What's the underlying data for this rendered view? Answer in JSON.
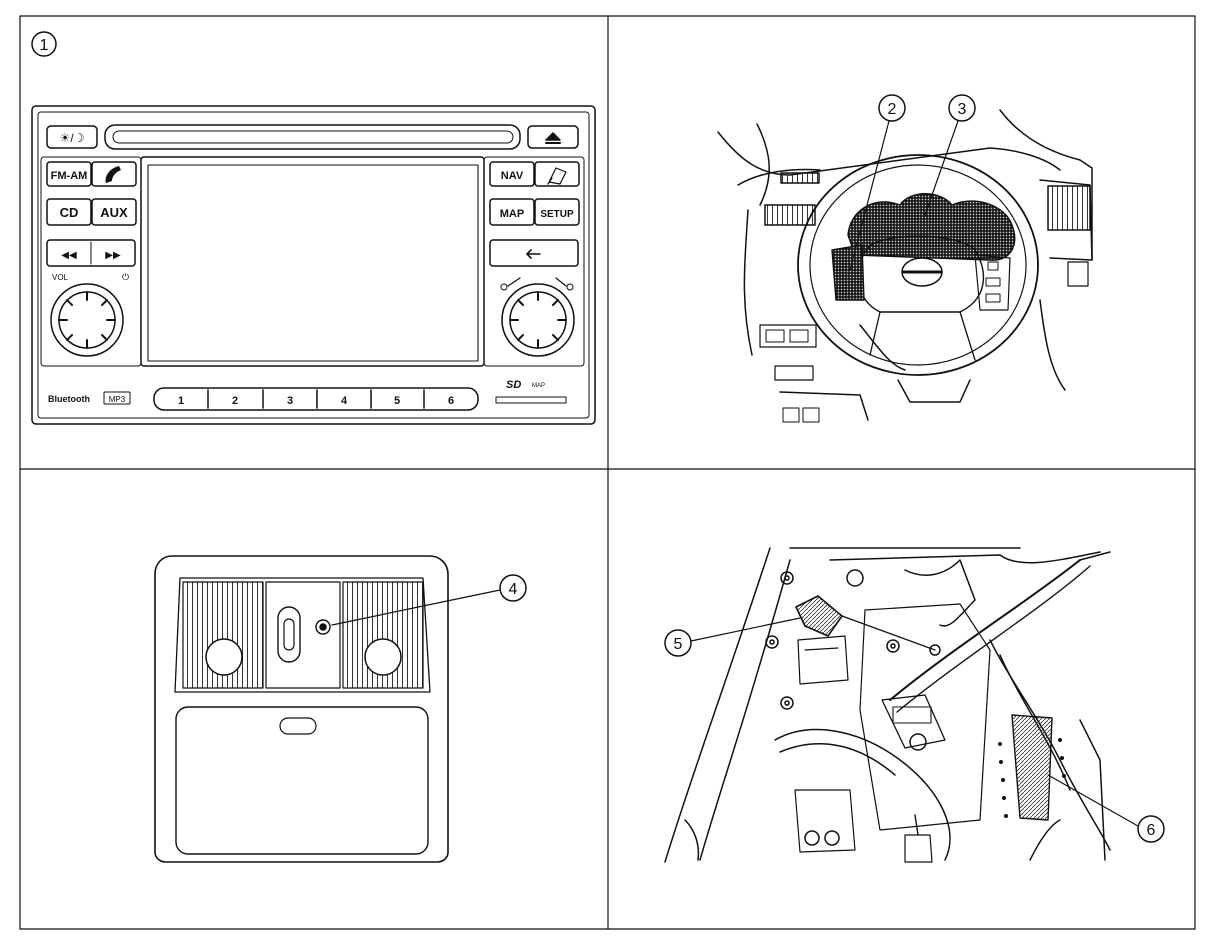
{
  "figure": {
    "panels": [
      {
        "id": "top-left",
        "callouts": [
          "1"
        ]
      },
      {
        "id": "top-right",
        "callouts": [
          "2",
          "3"
        ]
      },
      {
        "id": "bottom-left",
        "callouts": [
          "4"
        ]
      },
      {
        "id": "bottom-right",
        "callouts": [
          "5",
          "6"
        ]
      }
    ]
  },
  "head_unit": {
    "buttons": {
      "fm_am": "FM-AM",
      "cd": "CD",
      "aux": "AUX",
      "nav": "NAV",
      "map": "MAP",
      "setup": "SETUP",
      "vol": "VOL"
    },
    "presets": [
      "1",
      "2",
      "3",
      "4",
      "5",
      "6"
    ],
    "bluetooth": "Bluetooth",
    "mp3": "MP3",
    "sd": "SD",
    "sd_map": "MAP"
  },
  "colors": {
    "line": "#111111",
    "shade": "#9a9a9a",
    "background": "#ffffff"
  }
}
